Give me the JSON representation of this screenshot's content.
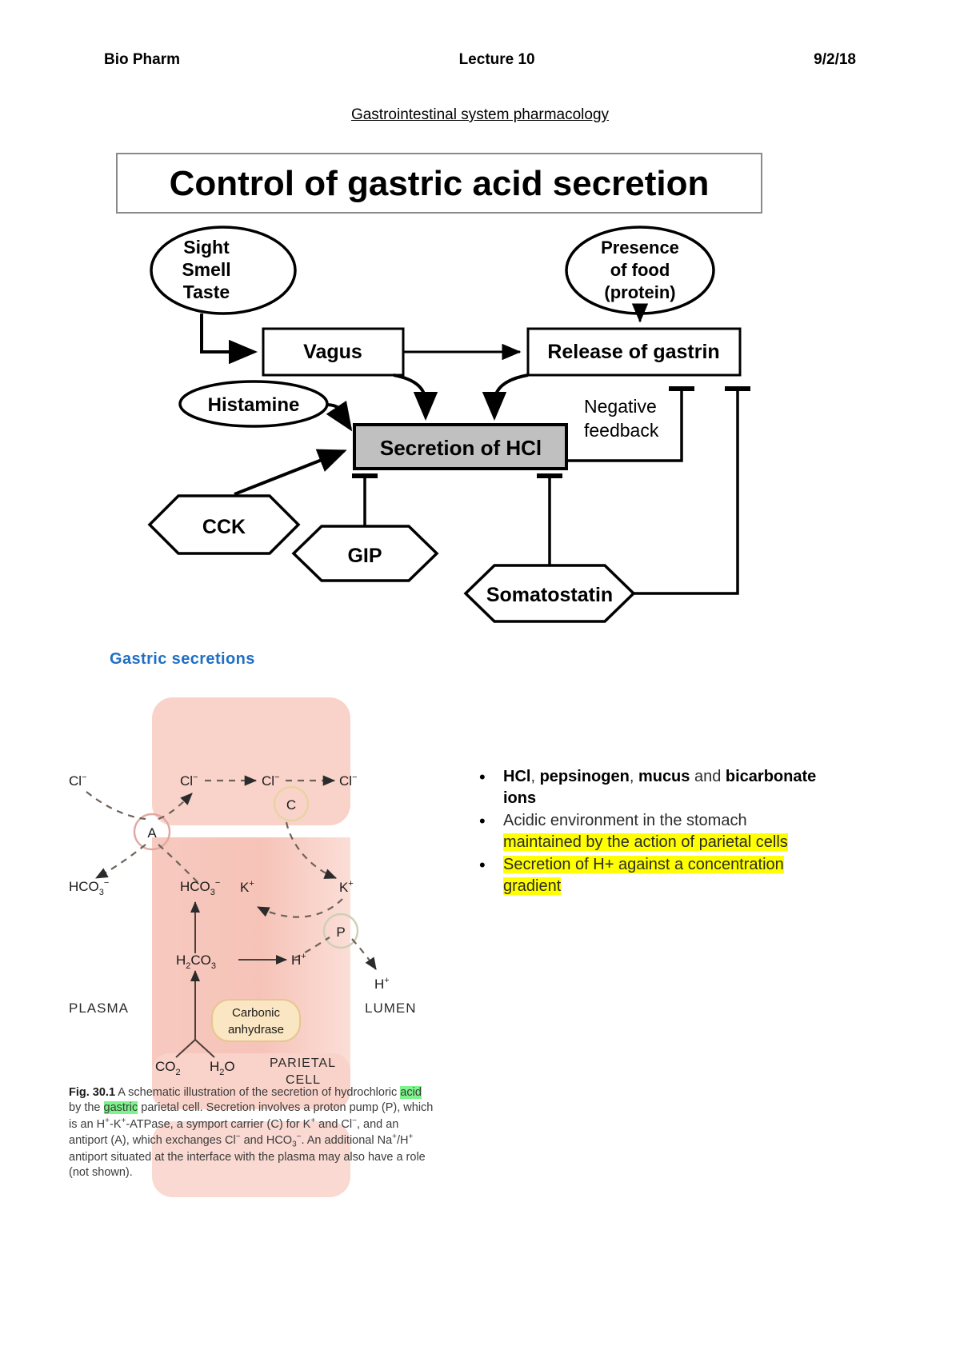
{
  "header": {
    "course": "Bio Pharm",
    "lecture": "Lecture 10",
    "date": "9/2/18"
  },
  "doc_subtitle": "Gastrointestinal system pharmacology",
  "flowchart": {
    "title": "Control of gastric acid secretion",
    "nodes": {
      "sight": "Sight",
      "smell": "Smell",
      "taste": "Taste",
      "presence1": "Presence",
      "presence2": "of food",
      "presence3": "(protein)",
      "vagus": "Vagus",
      "gastrin": "Release of gastrin",
      "histamine": "Histamine",
      "secretion": "Secretion of HCl",
      "negfb1": "Negative",
      "negfb2": "feedback",
      "cck": "CCK",
      "gip": "GIP",
      "somatostatin": "Somatostatin"
    }
  },
  "section_heading": "Gastric secretions",
  "bullets": [
    {
      "parts": [
        {
          "text": "HCl",
          "bold": true
        },
        {
          "text": ", ",
          "bold": false
        },
        {
          "text": "pepsinogen",
          "bold": true
        },
        {
          "text": ", ",
          "bold": false
        },
        {
          "text": "mucus",
          "bold": true
        },
        {
          "text": " and ",
          "bold": false
        },
        {
          "text": "bicarbonate ions",
          "bold": true
        }
      ]
    },
    {
      "line1": "Acidic environment in the stomach",
      "line2": "maintained by the action of parietal cells",
      "highlight_line2": true
    },
    {
      "line1": "Secretion of H+ against a concentration",
      "line2": "gradient",
      "highlight_line1": true,
      "highlight_line2": true
    }
  ],
  "cell_figure": {
    "labels": {
      "cl_plasma": "Cl",
      "cl_in": "Cl",
      "cl_mid": "Cl",
      "cl_lumen": "Cl",
      "hco3_plasma": "HCO",
      "hco3_in": "HCO",
      "h2co3": "H",
      "h_in": "H",
      "h_lumen": "H",
      "k_in": "K",
      "k_lumen": "K",
      "antiport": "A",
      "symport": "C",
      "pump": "P",
      "enzyme_l1": "Carbonic",
      "enzyme_l2": "anhydrase",
      "plasma": "PLASMA",
      "lumen": "LUMEN",
      "co2": "CO",
      "h2o": "H",
      "cell_l1": "PARIETAL",
      "cell_l2": "CELL"
    }
  },
  "caption": {
    "figure_number": "Fig. 30.1",
    "t1": "A schematic illustration of the secretion of",
    "t2": "hydrochloric ",
    "hl1": "acid",
    "t3": " by the ",
    "hl2": "gastric",
    "t4": " parietal cell. Secretion",
    "t5": "involves a proton pump (P), which is an H",
    "t6": "-K",
    "t7": "-ATPase, a",
    "t8": "symport carrier (C) for K",
    "t9": " and Cl",
    "t10": ", and an antiport (A), which",
    "t11": "exchanges Cl",
    "t12": " and HCO",
    "t13": ". An additional Na",
    "t14": "/H",
    "t15": " antiport",
    "t16": "situated at the interface with the plasma may also have a role",
    "t17": "(not shown)."
  },
  "colors": {
    "heading_blue": "#1F6FC4",
    "highlight_yellow": "#FFFF00",
    "highlight_green": "#7DF48B",
    "cell_pink": "#F7C9BF",
    "secretion_gray": "#C0C0C0"
  }
}
